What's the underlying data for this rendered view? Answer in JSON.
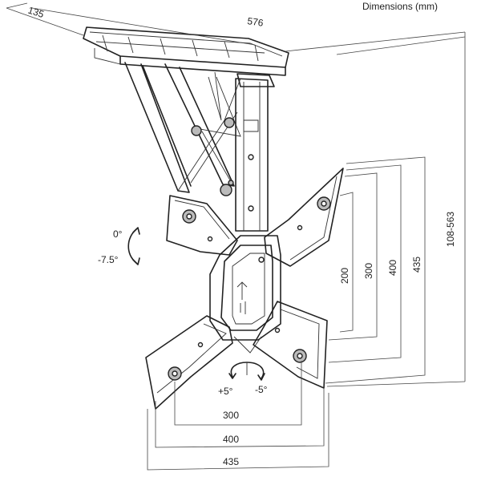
{
  "title": "Dimensions (mm)",
  "top_dims": {
    "depth": "135",
    "width": "576"
  },
  "height_range": "108-563",
  "tilt": {
    "up": "0°",
    "down": "-7.5°"
  },
  "swivel": {
    "left": "+5°",
    "right": "-5°"
  },
  "vesa_vertical": [
    "200",
    "300",
    "400",
    "435"
  ],
  "vesa_horizontal": [
    "300",
    "400",
    "435"
  ]
}
